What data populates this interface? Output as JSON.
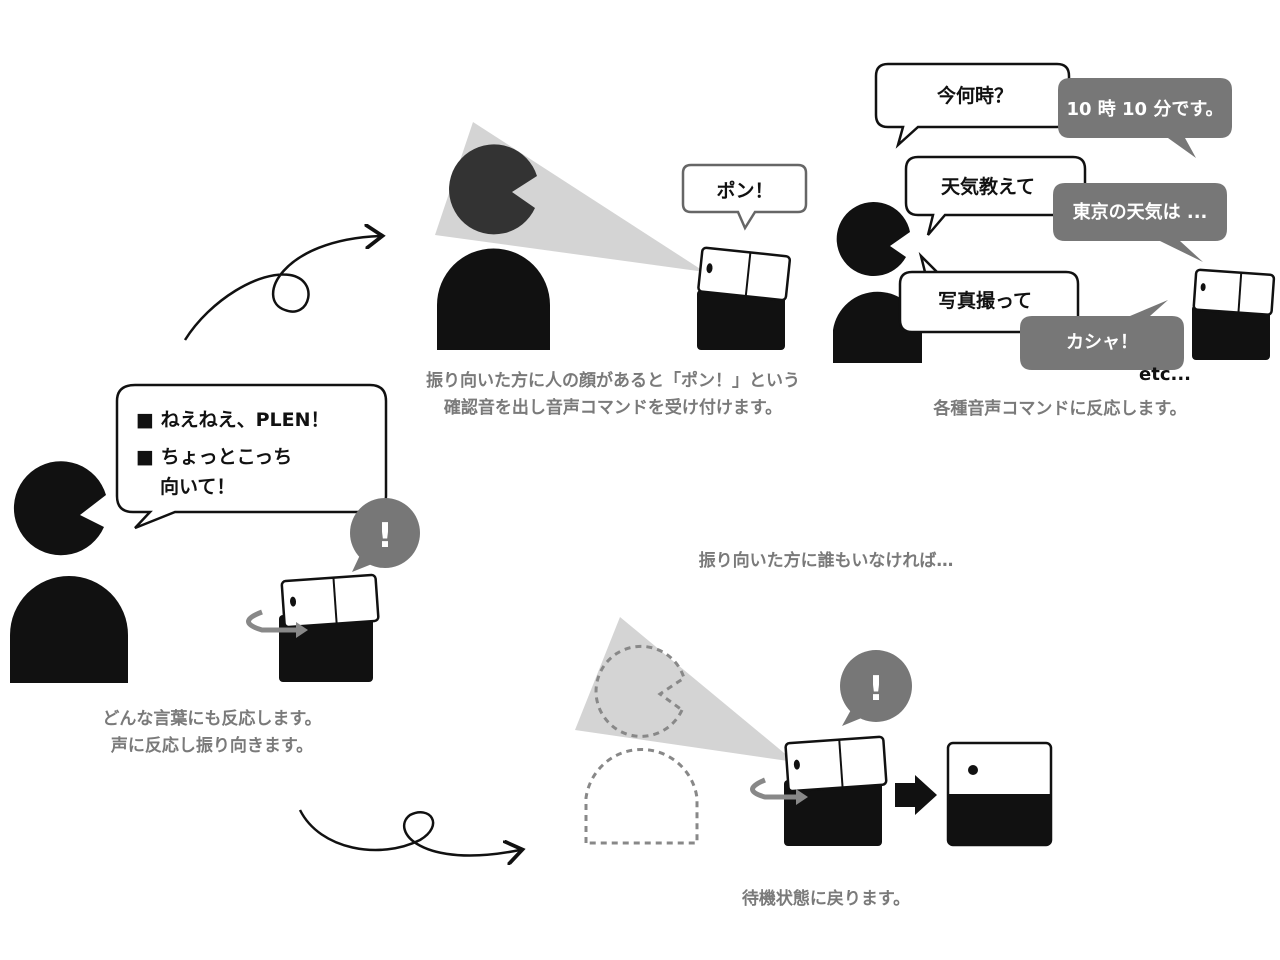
{
  "scene1": {
    "bubble_lines": [
      "■ ねえねえ、PLEN！",
      "■ ちょっとこっち",
      "向いて！"
    ],
    "caption": [
      "どんな言葉にも反応します。",
      "声に反応し振り向きます。"
    ],
    "alert_symbol": "!"
  },
  "scene2": {
    "bubble": "ポン！",
    "caption": [
      "振り向いた方に人の顔があると「ポン！」という",
      "確認音を出し音声コマンドを受け付けます。"
    ]
  },
  "scene3": {
    "user_bubbles": [
      "今何時？",
      "天気教えて",
      "写真撮って"
    ],
    "robot_bubbles": [
      "10 時 10 分です。",
      "東京の天気は ...",
      "カシャ！"
    ],
    "etc": "etc...",
    "caption": "各種音声コマンドに反応します。"
  },
  "scene4": {
    "heading": "振り向いた方に誰もいなければ…",
    "alert_symbol": "!",
    "caption": "待機状態に戻ります。"
  },
  "colors": {
    "black": "#111111",
    "grey": "#777777",
    "cone": "#d4d4d4",
    "caption": "#7a7a7a"
  }
}
